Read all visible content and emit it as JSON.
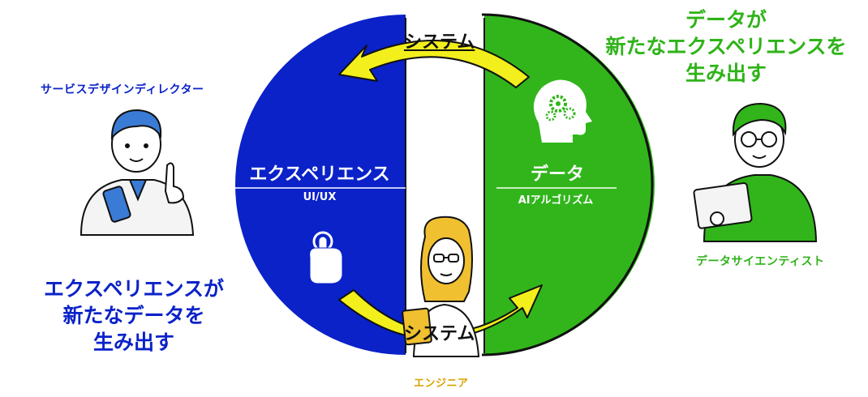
{
  "roles": {
    "designer": "サービスデザインディレクター",
    "scientist": "データサイエンティスト",
    "engineer": "エンジニア"
  },
  "left_panel": {
    "title": "エクスペリエンス",
    "subtitle": "UI/UX",
    "color": "#0a22c8",
    "icon": "touch-hand-icon"
  },
  "right_panel": {
    "title": "データ",
    "subtitle": "AIアルゴリズム",
    "color": "#31b51b",
    "icon": "head-gears-icon"
  },
  "arrows": {
    "top_label": "システム",
    "bottom_label": "システム",
    "color": "#f2ef1c"
  },
  "captions": {
    "data_creates": [
      "データが",
      "新たなエクスペリエンスを",
      "生み出す"
    ],
    "experience_creates": [
      "エクスペリエンスが",
      "新たなデータを",
      "生み出す"
    ]
  }
}
